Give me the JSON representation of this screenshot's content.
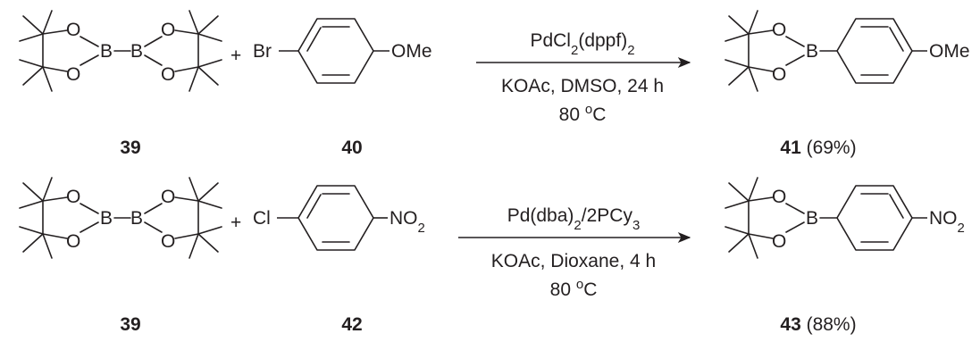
{
  "atoms": {
    "oxygen": "O",
    "boron": "B",
    "bromo": "Br",
    "chloro": "Cl",
    "methoxy": "OMe",
    "nitro": "NO",
    "nitro_sub": "2",
    "plus": "+"
  },
  "reaction1": {
    "catalyst": {
      "pre": "PdCl",
      "sub1": "2",
      "mid": "(dppf)",
      "sub2": "2"
    },
    "conditions": "KOAc, DMSO, 24 h",
    "temperature": {
      "value": "80 ",
      "sup": "o",
      "unit": "C"
    },
    "reagent_label": "39",
    "substrate_label": "40",
    "product_label": "41",
    "product_yield": " (69%)"
  },
  "reaction2": {
    "catalyst": {
      "pre": "Pd(dba)",
      "sub1": "2",
      "mid": "/2PCy",
      "sub2": "3"
    },
    "conditions": "KOAc, Dioxane, 4 h",
    "temperature": {
      "value": "80 ",
      "sup": "o",
      "unit": "C"
    },
    "reagent_label": "39",
    "substrate_label": "42",
    "product_label": "43",
    "product_yield": " (88%)"
  },
  "colors": {
    "ink": "#231f20",
    "background": "#ffffff"
  }
}
